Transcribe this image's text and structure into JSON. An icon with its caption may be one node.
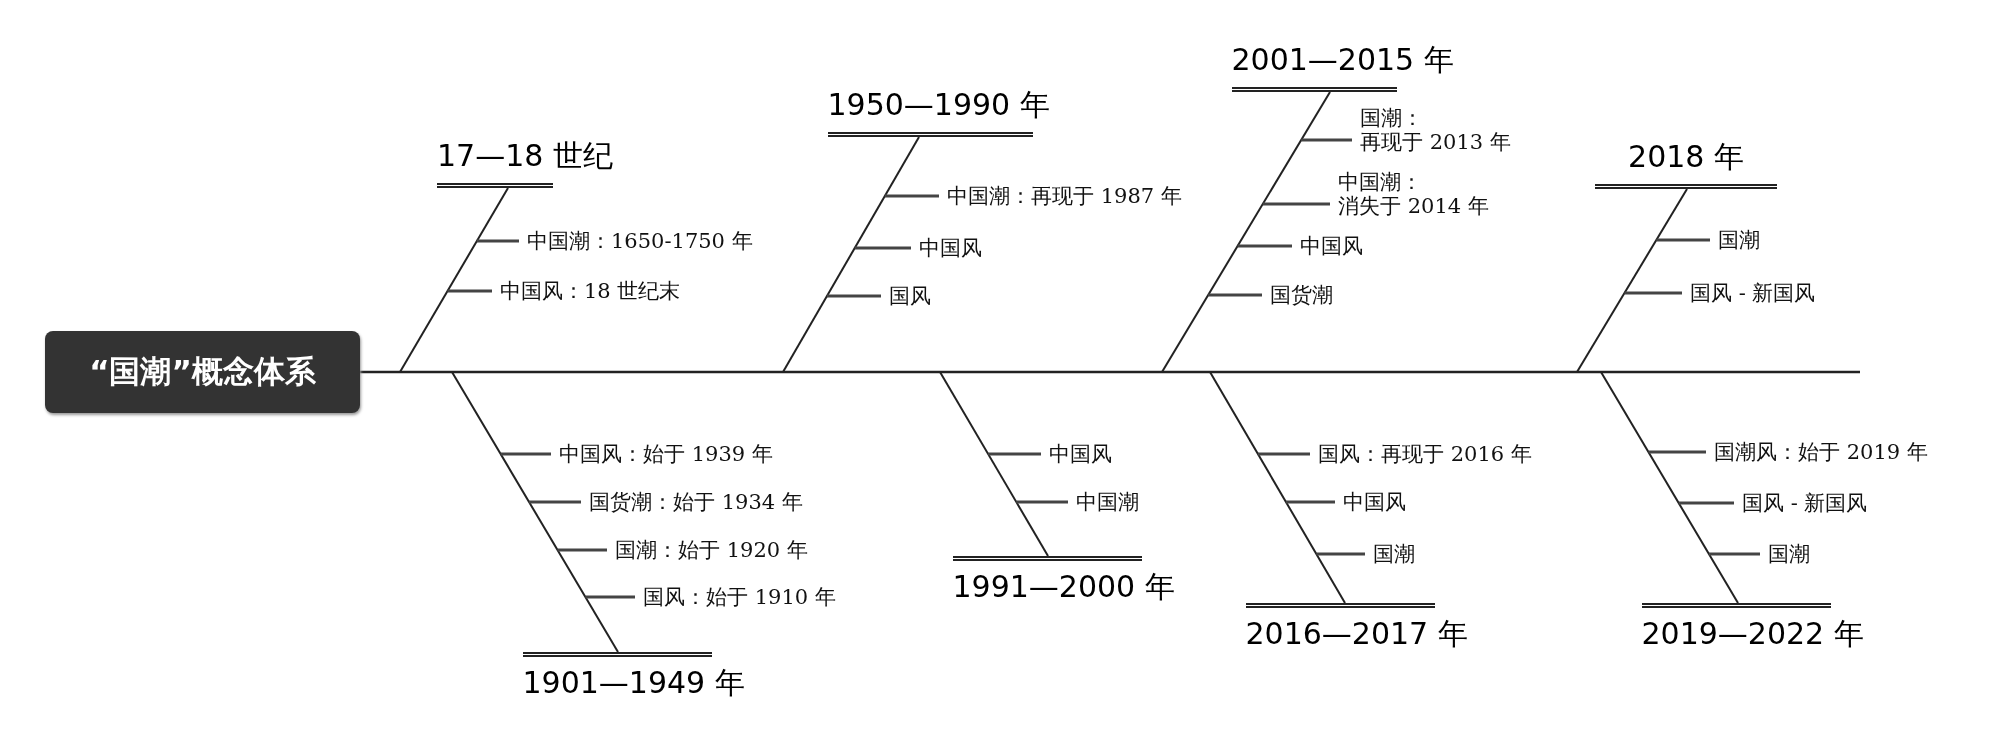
{
  "diagram": {
    "nodes": [
      {
        "text": [
          "“国潮”概念体系"
        ]
      },
      {
        "text": [
          "17—18 世纪"
        ]
      },
      {
        "text": [
          "中国潮：1650-1750 年"
        ]
      },
      {
        "text": [
          "中国风：18 世纪末"
        ]
      },
      {
        "text": [
          "1901—1949 年"
        ]
      },
      {
        "text": [
          "中国风：始于 1939 年"
        ]
      },
      {
        "text": [
          "国货潮：始于 1934 年"
        ]
      },
      {
        "text": [
          "国潮：始于 1920 年"
        ]
      },
      {
        "text": [
          "国风：始于 1910 年"
        ]
      },
      {
        "text": [
          "1950—1990 年"
        ]
      },
      {
        "text": [
          "中国潮：再现于 1987 年"
        ]
      },
      {
        "text": [
          "中国风"
        ]
      },
      {
        "text": [
          "国风"
        ]
      },
      {
        "text": [
          "1991—2000 年"
        ]
      },
      {
        "text": [
          "中国风"
        ]
      },
      {
        "text": [
          "中国潮"
        ]
      },
      {
        "text": [
          "2001—2015 年"
        ]
      },
      {
        "text": [
          "国潮：再现于 2013 年"
        ]
      },
      {
        "text": [
          "中国潮：消失于 2014 年"
        ]
      },
      {
        "text": [
          "中国风"
        ]
      },
      {
        "text": [
          "国货潮"
        ]
      },
      {
        "text": [
          "2016—2017 年"
        ]
      },
      {
        "text": [
          "国风：再现于 2016 年"
        ]
      },
      {
        "text": [
          "中国风"
        ]
      },
      {
        "text": [
          "国潮"
        ]
      },
      {
        "text": [
          "2018 年"
        ]
      },
      {
        "text": [
          "国潮"
        ]
      },
      {
        "text": [
          "国风 - 新国风"
        ]
      },
      {
        "text": [
          "2019—2022 年"
        ]
      },
      {
        "text": [
          "国潮风：始于 2019 年"
        ]
      },
      {
        "text": [
          "国风 - 新国风"
        ]
      },
      {
        "text": [
          "国潮"
        ]
      }
    ],
    "edges": [
      {
        "from": 0,
        "to": null,
        "arrow": "none"
      },
      {
        "from": 1,
        "to": null,
        "arrow": "none"
      },
      {
        "from": 2,
        "to": null,
        "arrow": "none"
      },
      {
        "from": 3,
        "to": null,
        "arrow": "none"
      },
      {
        "from": 4,
        "to": null,
        "arrow": "none"
      },
      {
        "from": 5,
        "to": null,
        "arrow": "none"
      },
      {
        "from": 6,
        "to": null,
        "arrow": "none"
      },
      {
        "from": 7,
        "to": null,
        "arrow": "none"
      },
      {
        "from": 8,
        "to": null,
        "arrow": "none"
      },
      {
        "from": 9,
        "to": null,
        "arrow": "none"
      },
      {
        "from": 10,
        "to": null,
        "arrow": "none"
      },
      {
        "from": 11,
        "to": null,
        "arrow": "none"
      },
      {
        "from": 12,
        "to": null,
        "arrow": "none"
      },
      {
        "from": 13,
        "to": null,
        "arrow": "none"
      },
      {
        "from": 14,
        "to": null,
        "arrow": "none"
      },
      {
        "from": 15,
        "to": null,
        "arrow": "none"
      },
      {
        "from": 16,
        "to": null,
        "arrow": "none"
      },
      {
        "from": 17,
        "to": null,
        "arrow": "none"
      },
      {
        "from": 18,
        "to": null,
        "arrow": "none"
      },
      {
        "from": 19,
        "to": null,
        "arrow": "none"
      },
      {
        "from": 20,
        "to": null,
        "arrow": "none"
      },
      {
        "from": 21,
        "to": null,
        "arrow": "none"
      },
      {
        "from": 22,
        "to": null,
        "arrow": "none"
      },
      {
        "from": 23,
        "to": null,
        "arrow": "none"
      },
      {
        "from": 24,
        "to": null,
        "arrow": "none"
      },
      {
        "from": 25,
        "to": null,
        "arrow": "none"
      },
      {
        "from": 26,
        "to": null,
        "arrow": "none"
      },
      {
        "from": 27,
        "to": null,
        "arrow": "none"
      },
      {
        "from": 28,
        "to": null,
        "arrow": "none"
      },
      {
        "from": 29,
        "to": null,
        "arrow": "none"
      },
      {
        "from": 30,
        "to": null,
        "arrow": "none"
      },
      {
        "from": 31,
        "to": null,
        "arrow": "none"
      }
    ]
  }
}
